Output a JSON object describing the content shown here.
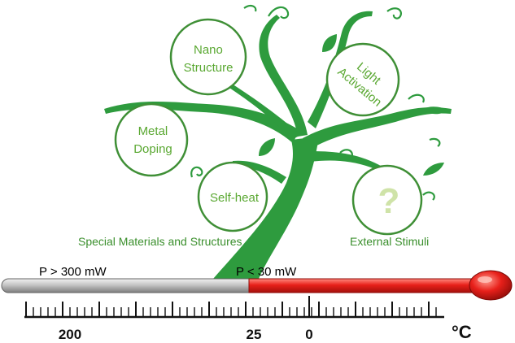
{
  "bubbles": {
    "nano": [
      "Nano",
      "Structure"
    ],
    "light": [
      "Light",
      "Activation"
    ],
    "metal": [
      "Metal",
      "Doping"
    ],
    "selfheat": [
      "Self-heat"
    ],
    "unknown": [
      "?"
    ]
  },
  "categories": {
    "left": "Special Materials and Structures",
    "right": "External Stimuli"
  },
  "power": {
    "high": "P > 300 mW",
    "low": "P < 30 mW"
  },
  "scale": {
    "labels": [
      "200",
      "25",
      "0"
    ],
    "unit": "°C"
  },
  "colors": {
    "tree": "#2e9b3e",
    "bubble_text": "#5aa832",
    "bubble_stroke": "#3f8f36",
    "hot": "#e8201a",
    "cold": "#b8b8b8"
  }
}
